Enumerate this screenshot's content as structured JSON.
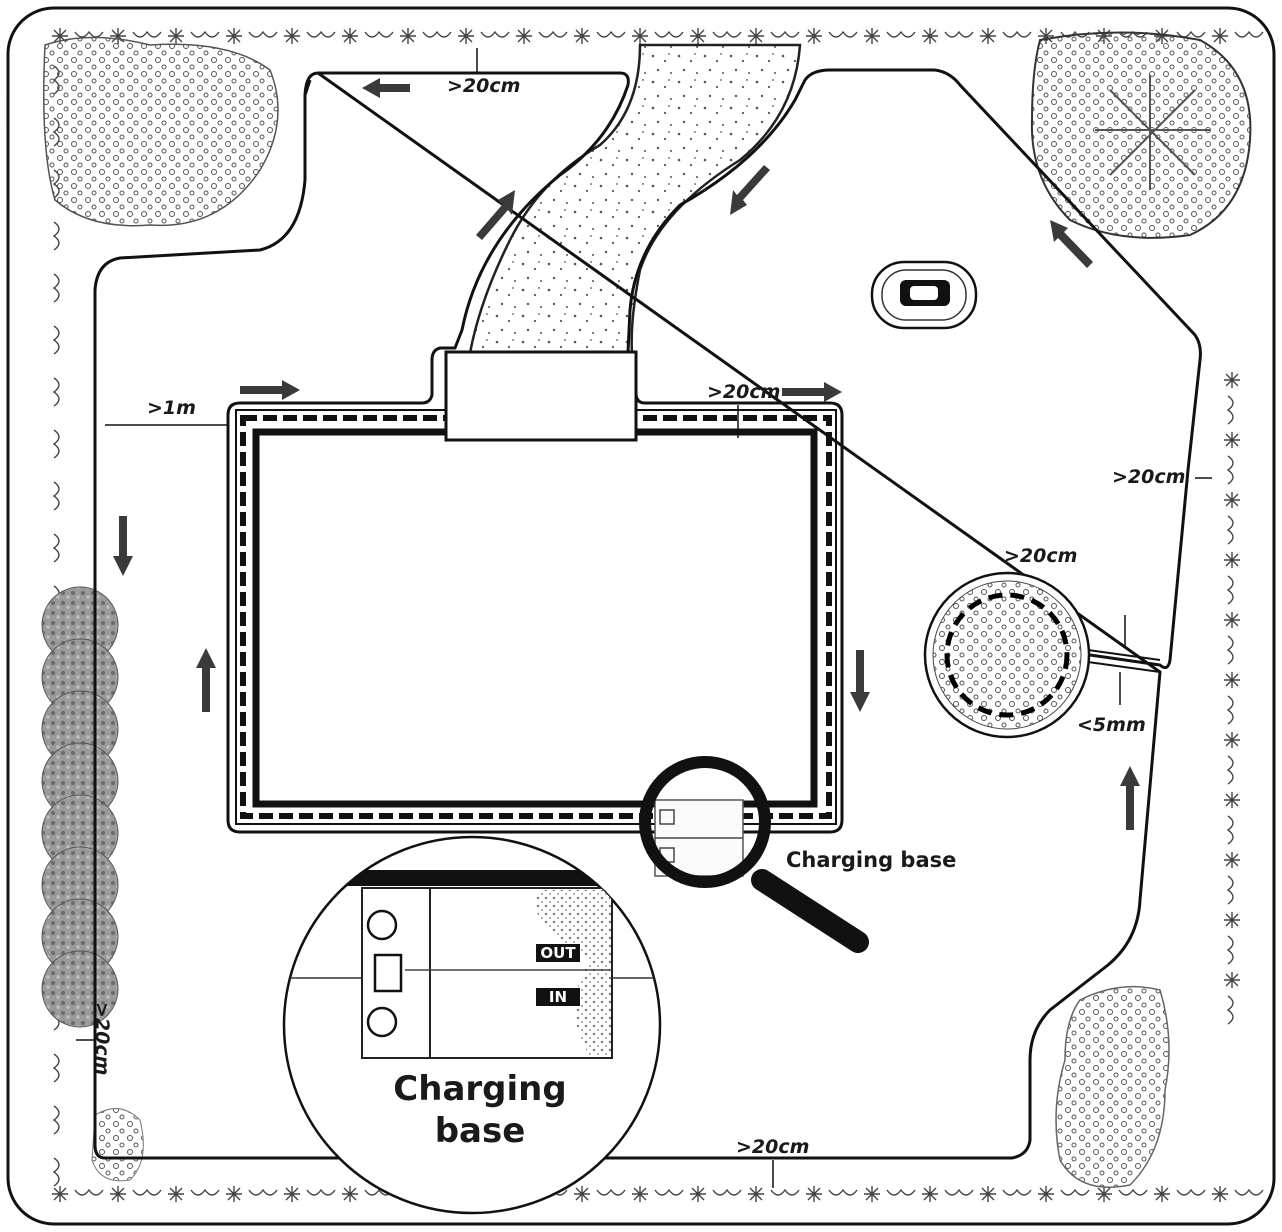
{
  "labels": {
    "top_gap": ">20cm",
    "pool_gap": ">20cm",
    "right_gap": ">20cm",
    "tree_gap": ">20cm",
    "bottom_gap": ">20cm",
    "left_gap": ">20cm",
    "lawn_width": ">1m",
    "wire_gap": "<5mm",
    "charging_base_label": "Charging base",
    "zoom_title": "Charging base",
    "out_tag": "OUT",
    "in_tag": "IN"
  },
  "colors": {
    "ink": "#1a1a1a",
    "arrow": "#3a3a3a",
    "hedge": "#8a8a8a"
  }
}
